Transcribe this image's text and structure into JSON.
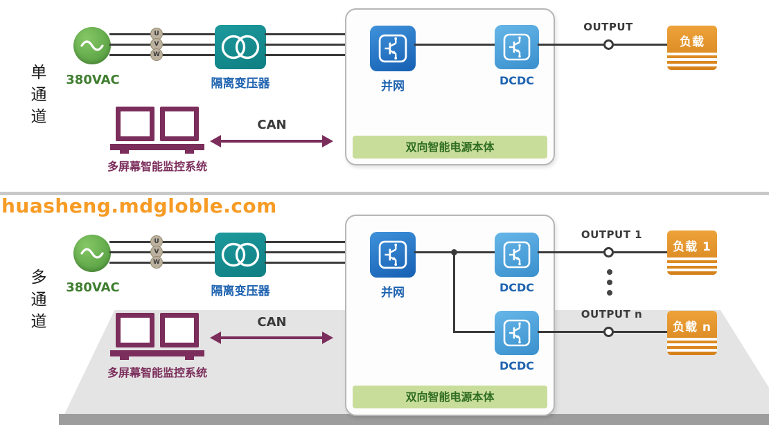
{
  "watermark": "huasheng.mdgloble.com",
  "top": {
    "channel": "单通道",
    "source": "380VAC",
    "phases": [
      "U",
      "V",
      "W"
    ],
    "transformer": "隔离变压器",
    "inverter": "并网",
    "dcdc": "DCDC",
    "body": "双向智能电源本体",
    "output": "OUTPUT",
    "load": "负载",
    "monitor": "多屏幕智能监控系统",
    "can": "CAN"
  },
  "bottom": {
    "channel": "多通道",
    "source": "380VAC",
    "phases": [
      "U",
      "V",
      "W"
    ],
    "transformer": "隔离变压器",
    "inverter": "并网",
    "dcdc1": "DCDC",
    "dcdc2": "DCDC",
    "body": "双向智能电源本体",
    "output1": "OUTPUT 1",
    "outputn": "OUTPUT n",
    "load1": "负载 1",
    "loadn": "负载 n",
    "monitor": "多屏幕智能监控系统",
    "can": "CAN"
  },
  "icons": {
    "ac_source": "sine-wave-icon",
    "transformer": "dual-coil-icon",
    "converter": "igbt-icon",
    "monitor": "dual-monitor-icon",
    "load": "striped-load-icon",
    "can_link": "double-arrow-icon"
  },
  "colors": {
    "source_green": "#58a343",
    "source_label_green": "#3e7d2e",
    "transformer_teal": "#15898c",
    "inverter_blue": "#1e6fc0",
    "dcdc_blue": "#4aa0d8",
    "blue_text": "#1f63b0",
    "body_bar_bg": "#c9dd9b",
    "body_bar_text": "#2f6d22",
    "load_orange": "#de8a20",
    "monitor_plum": "#7b2d5b",
    "wire_dark": "#3a3a3a",
    "watermark_orange": "#f79b25",
    "floor_gray": "#e4e4e4"
  }
}
